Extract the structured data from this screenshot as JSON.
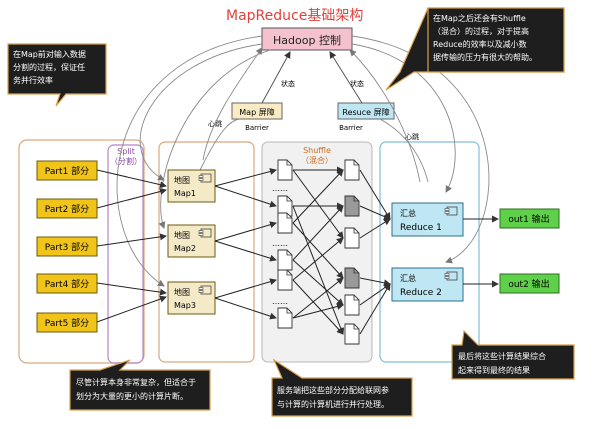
{
  "title": "MapReduce基础架构",
  "hadoop_label": "Hadoop 控制",
  "map_barrier": {
    "label": "Map 屏障",
    "caption": "Barrier",
    "status": "状态"
  },
  "reduce_barrier": {
    "label": "Resuce 屏障",
    "caption": "Barrier",
    "status": "状态"
  },
  "heartbeat_left": "心跳",
  "heartbeat_right": "心跳",
  "split": {
    "title": "Split",
    "subtitle": "（分割）"
  },
  "shuffle": {
    "title": "Shuffle",
    "subtitle": "（混合）"
  },
  "parts": [
    {
      "name": "Part1",
      "cn": "部分"
    },
    {
      "name": "Part2",
      "cn": "部分"
    },
    {
      "name": "Part3",
      "cn": "部分"
    },
    {
      "name": "Part4",
      "cn": "部分"
    },
    {
      "name": "Part5",
      "cn": "部分"
    }
  ],
  "maps": [
    {
      "cn": "地图",
      "name": "Map1"
    },
    {
      "cn": "地图",
      "name": "Map2"
    },
    {
      "cn": "地图",
      "name": "Map3"
    }
  ],
  "reduces": [
    {
      "cn": "汇总",
      "name": "Reduce 1"
    },
    {
      "cn": "汇总",
      "name": "Reduce 2"
    }
  ],
  "outputs": [
    {
      "label": "out1 输出"
    },
    {
      "label": "out2 输出"
    }
  ],
  "dots": "……",
  "notes": {
    "top_left": [
      "在Map前对输入数据",
      "分割的过程，保证任",
      "务并行效率"
    ],
    "top_right": [
      "在Map之后还会有Shuffle",
      "（混合）的过程，对于提高",
      "Reduce的效率以及减小数",
      "据传输的压力有很大的帮助。"
    ],
    "bottom_left": [
      "尽管计算本身非常复杂，但适合于",
      "划分为大量的更小的计算片断。"
    ],
    "bottom_mid": [
      "服务端把这些部分分配给联网参",
      "与计算的计算机进行并行处理。"
    ],
    "bottom_right": [
      "最后将这些计算结果综合",
      "起来得到最终的结果"
    ]
  },
  "colors": {
    "title": "#e0413a",
    "hadoop_fill": "#f4c2cf",
    "barrier_fill": "#f9ecc4",
    "map_fill": "#f5eac8",
    "reduce_fill": "#bfe6f3",
    "part_fill": "#f0c419",
    "out_fill": "#5fd04a",
    "note_fill": "#1e1e1e"
  }
}
